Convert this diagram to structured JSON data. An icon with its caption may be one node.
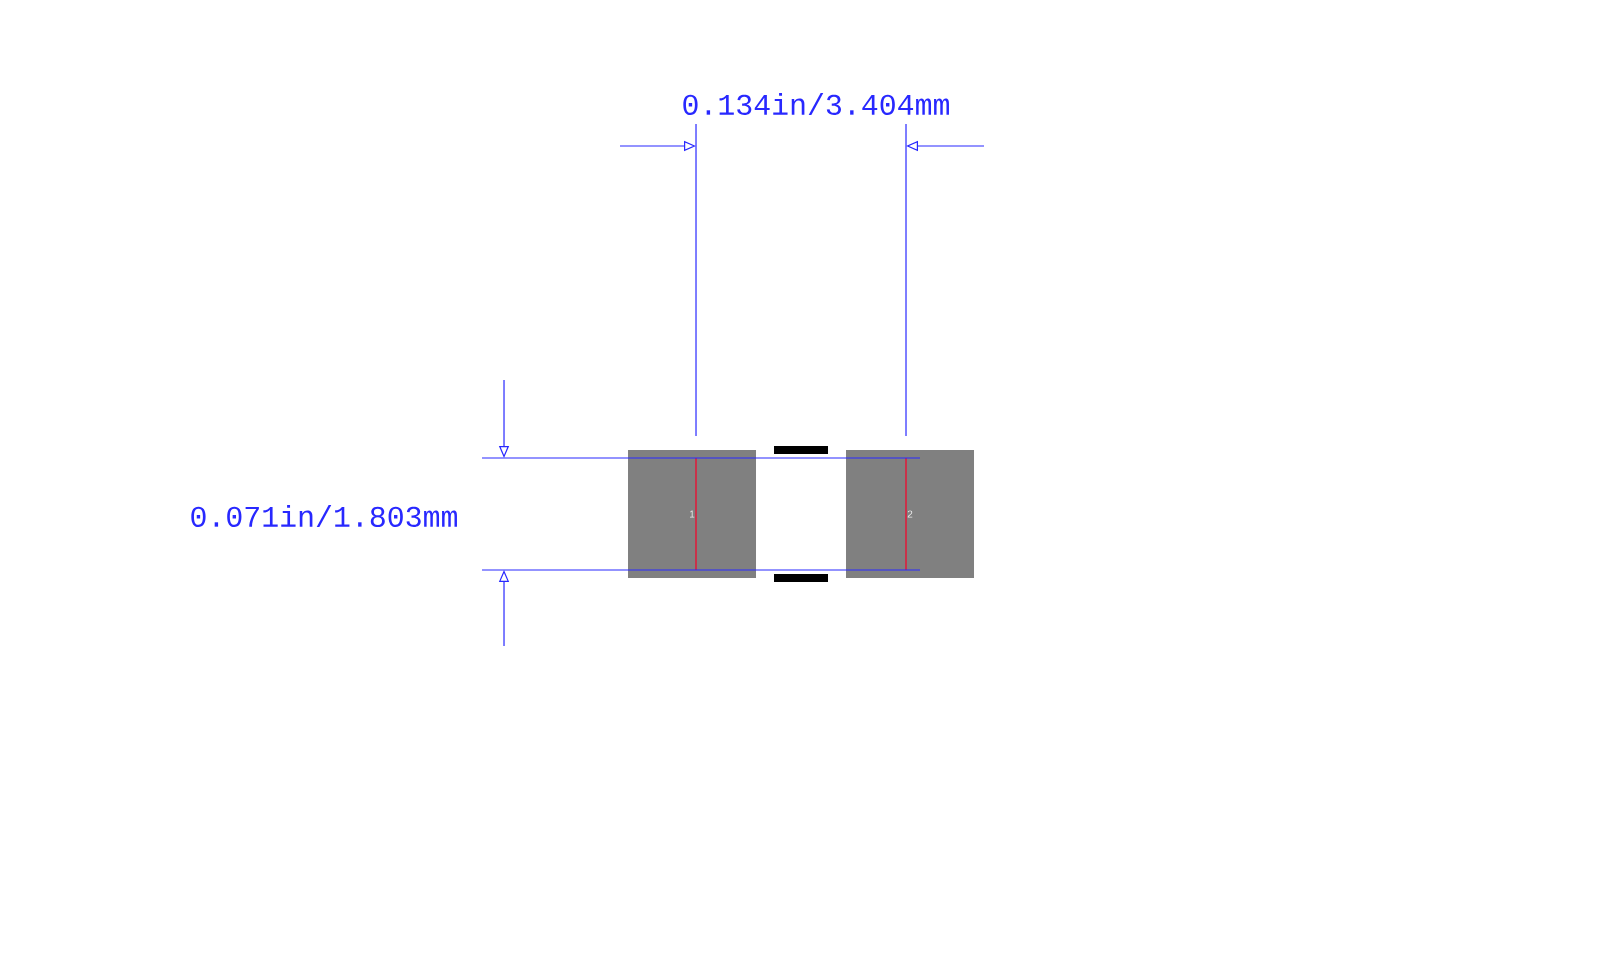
{
  "diagram": {
    "nodes": [
      {
        "text": [
          "1"
        ]
      },
      {
        "text": [
          "2"
        ]
      }
    ],
    "labels": [
      "0.134in/3.404mm",
      "0.071in/1.803mm"
    ]
  }
}
